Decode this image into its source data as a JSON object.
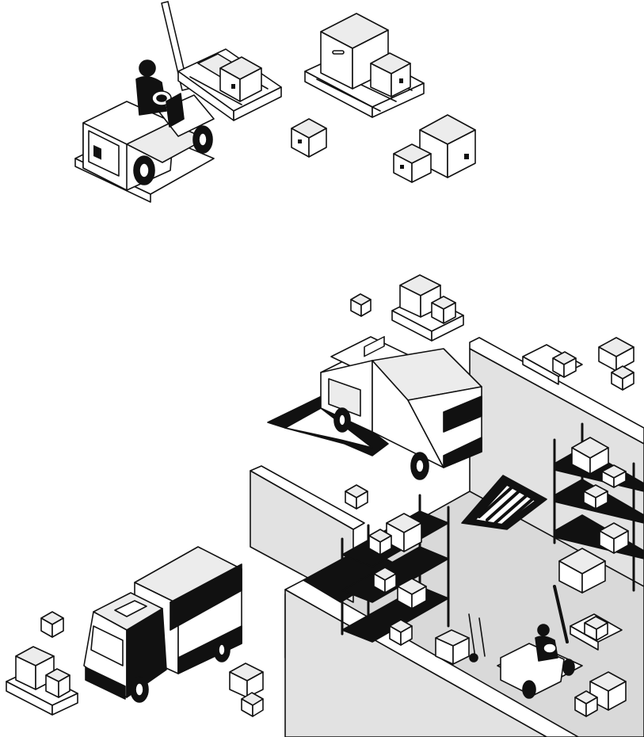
{
  "illustration": {
    "style": "isometric black-and-white line art",
    "colors": {
      "ink": "#111111",
      "paper": "#ffffff",
      "wall_fill": "#e2e2e2",
      "floor_fill": "#d9d9d9",
      "box_top": "#ececec",
      "box_side": "#ffffff",
      "box_dark": "#111111"
    },
    "groups": [
      {
        "name": "tugger-vehicle-group",
        "icon": "tow-tractor-icon"
      },
      {
        "name": "warehouse-group",
        "icon": "warehouse-icon"
      },
      {
        "name": "delivery-truck-group",
        "icon": "truck-icon"
      }
    ]
  }
}
